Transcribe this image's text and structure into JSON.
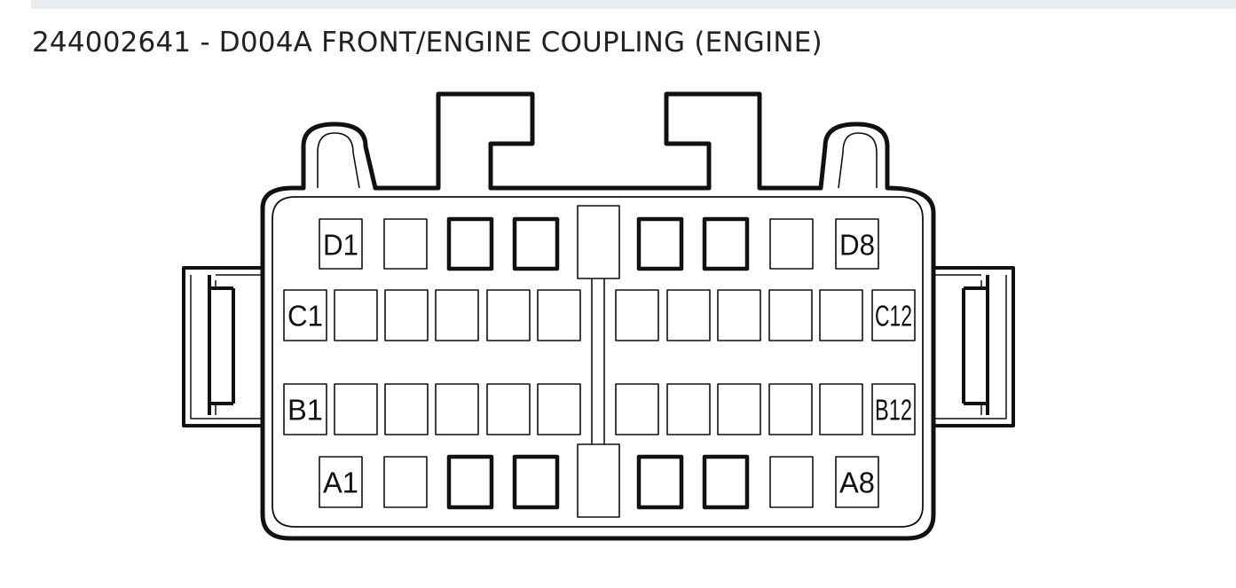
{
  "page": {
    "title": "244002641 - D004A FRONT/ENGINE COUPLING (ENGINE)"
  },
  "connector": {
    "pin_labels": {
      "d_left": "D1",
      "d_right": "D8",
      "c_left": "C1",
      "c_right": "C12",
      "b_left": "B1",
      "b_right": "B12",
      "a_left": "A1",
      "a_right": "A8"
    }
  },
  "colors": {
    "line": "#111111",
    "background": "#ffffff",
    "top_bar": "#e9ecef"
  }
}
